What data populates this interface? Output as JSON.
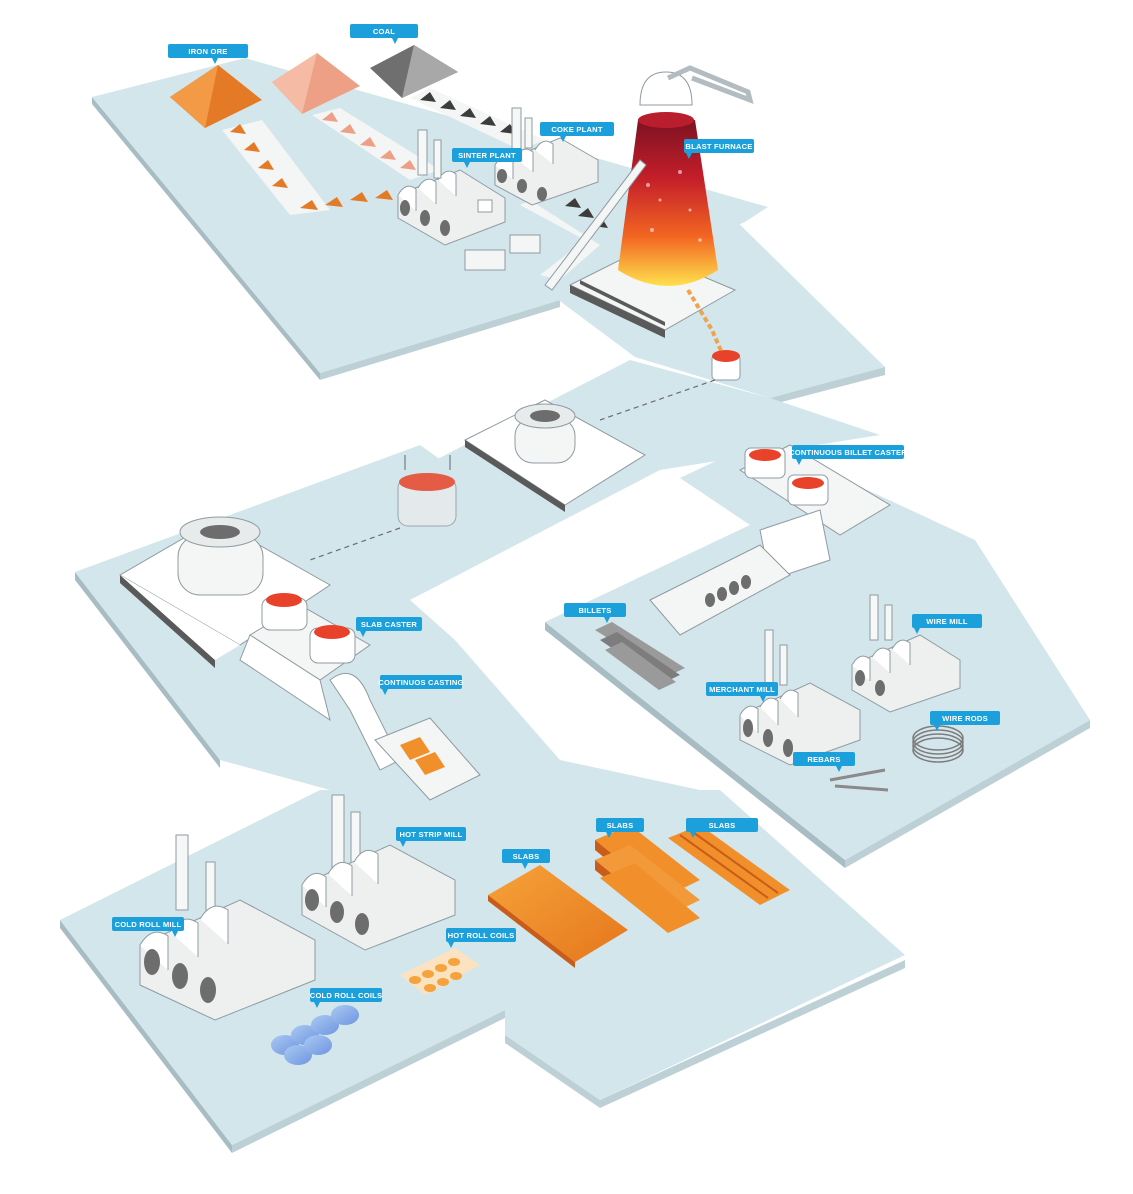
{
  "colors": {
    "ground_top": "#d3e6ec",
    "ground_side": "#a8bcc3",
    "ground_front": "#bdd0d6",
    "building_light": "#f6f7f7",
    "building_mid": "#e1e4e5",
    "building_dark": "#c3c8ca",
    "opening": "#6d6d6d",
    "label_bg": "#1ba0dc",
    "label_text": "#ffffff",
    "iron_ore": "#e47a25",
    "sinter": "#eda085",
    "coal": "#6f6f6f",
    "molten": "#e8432a",
    "copper": "#f1902a"
  },
  "labels": {
    "iron_ore": "IRON ORE",
    "coal": "COAL",
    "coke_plant": "COKE PLANT",
    "sinter_plant": "SINTER PLANT",
    "blast_furnace": "BLAST FURNACE",
    "continuous_billet_caster": "CONTINUOUS  BILLET CASTER",
    "slab_caster": "SLAB CASTER",
    "continuous_casting": "CONTINUOS CASTING",
    "billets": "BILLETS",
    "wire_mill": "WIRE MILL",
    "merchant_mill": "MERCHANT MILL",
    "wire_rods": "WIRE RODS",
    "rebars": "REBARS",
    "hot_strip_mill": "HOT STRIP MILL",
    "slabs_1": "SLABS",
    "slabs_2": "SLABS",
    "slabs_3": "SLABS",
    "cold_roll_mill": "COLD ROLL MILL",
    "hot_roll_coils": "HOT ROLL COILS",
    "cold_roll_coils": "COLD ROLL COILS"
  }
}
